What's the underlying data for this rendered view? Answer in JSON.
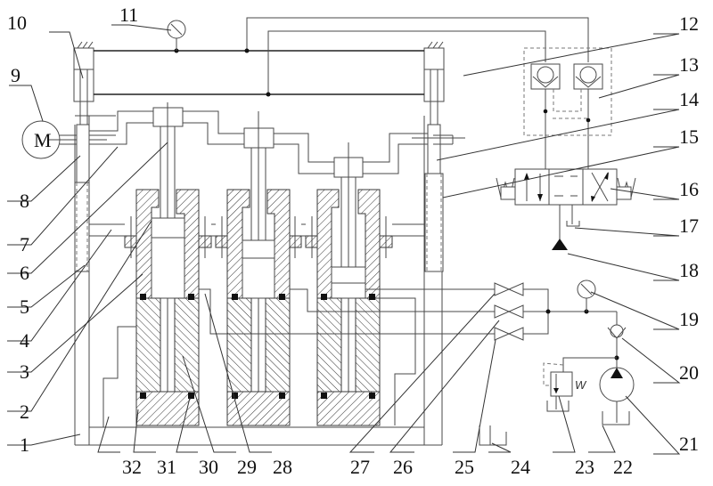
{
  "diagram": {
    "type": "hydraulic-schematic",
    "motor_symbol": "M",
    "spring_symbol": "W",
    "labels": [
      {
        "id": "1",
        "text": "1"
      },
      {
        "id": "2",
        "text": "2"
      },
      {
        "id": "3",
        "text": "3"
      },
      {
        "id": "4",
        "text": "4"
      },
      {
        "id": "5",
        "text": "5"
      },
      {
        "id": "6",
        "text": "6"
      },
      {
        "id": "7",
        "text": "7"
      },
      {
        "id": "8",
        "text": "8"
      },
      {
        "id": "9",
        "text": "9"
      },
      {
        "id": "10",
        "text": "10"
      },
      {
        "id": "11",
        "text": "11"
      },
      {
        "id": "12",
        "text": "12"
      },
      {
        "id": "13",
        "text": "13"
      },
      {
        "id": "14",
        "text": "14"
      },
      {
        "id": "15",
        "text": "15"
      },
      {
        "id": "16",
        "text": "16"
      },
      {
        "id": "17",
        "text": "17"
      },
      {
        "id": "18",
        "text": "18"
      },
      {
        "id": "19",
        "text": "19"
      },
      {
        "id": "20",
        "text": "20"
      },
      {
        "id": "21",
        "text": "21"
      },
      {
        "id": "22",
        "text": "22"
      },
      {
        "id": "23",
        "text": "23"
      },
      {
        "id": "24",
        "text": "24"
      },
      {
        "id": "25",
        "text": "25"
      },
      {
        "id": "26",
        "text": "26"
      },
      {
        "id": "27",
        "text": "27"
      },
      {
        "id": "28",
        "text": "28"
      },
      {
        "id": "29",
        "text": "29"
      },
      {
        "id": "30",
        "text": "30"
      },
      {
        "id": "31",
        "text": "31"
      },
      {
        "id": "32",
        "text": "32"
      }
    ],
    "components": {
      "motor": "motor",
      "pressure_gauges": [
        "gauge-11",
        "gauge-19"
      ],
      "lift_cylinders": [
        "cylinder-10",
        "cylinder-12-side"
      ],
      "check_valve_block": "hydraulic-lock-13",
      "directional_valve": "three-position-four-way-valve-16",
      "stop_valves": [
        "valve-25",
        "valve-26",
        "valve-27"
      ],
      "pump": "pump-21",
      "relief_valve": "relief-valve-23",
      "tanks": [
        "tank-17",
        "tank-22",
        "tank-24"
      ],
      "test_cylinders": [
        "cylinder-left",
        "cylinder-middle",
        "cylinder-right"
      ]
    }
  }
}
